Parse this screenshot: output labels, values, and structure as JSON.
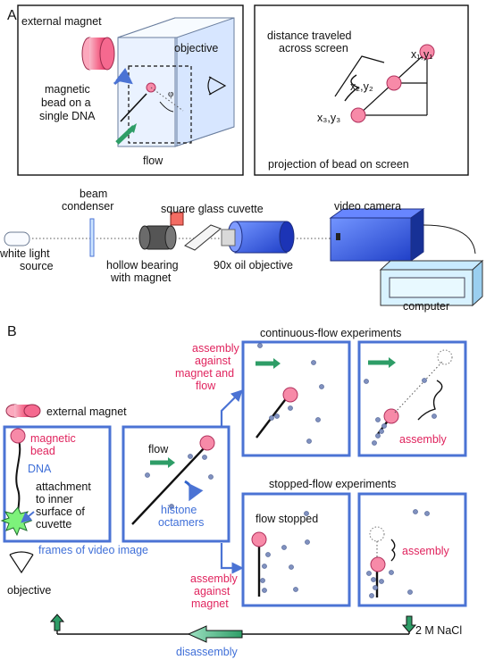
{
  "panel_a": {
    "letter": "A",
    "left_box": {
      "external_magnet": "external magnet",
      "objective": "objective",
      "magnetic_bead_line1": "magnetic",
      "magnetic_bead_line2": "bead on a",
      "magnetic_bead_line3": "single DNA",
      "flow": "flow",
      "phi": "φ"
    },
    "right_box": {
      "distance_line1": "distance traveled",
      "distance_line2": "across screen",
      "coord1": "x₁,y₁",
      "coord2": "x₂,y₂",
      "coord3": "x₃,y₃",
      "projection": "projection of bead on screen"
    },
    "setup": {
      "beam_condenser_line1": "beam",
      "beam_condenser_line2": "condenser",
      "square_cuvette": "square glass cuvette",
      "video_camera": "video camera",
      "white_light_line1": "white light",
      "white_light_line2": "source",
      "hollow_bearing_line1": "hollow bearing",
      "hollow_bearing_line2": "with magnet",
      "oil_objective": "90x oil objective",
      "computer": "computer"
    }
  },
  "panel_b": {
    "letter": "B",
    "external_magnet": "external magnet",
    "frame1": {
      "magnetic": "magnetic",
      "bead": "bead",
      "dna": "DNA",
      "attach1": "attachment",
      "attach2": "to inner",
      "attach3": "surface of",
      "attach4": "cuvette"
    },
    "frames_of_video": "frames of video image",
    "objective": "objective",
    "frame2": {
      "flow": "flow",
      "histone1": "histone",
      "histone2": "octamers"
    },
    "assembly_top_line1": "assembly",
    "assembly_top_line2": "against",
    "assembly_top_line3": "magnet and",
    "assembly_top_line4": "flow",
    "assembly_bottom_line1": "assembly",
    "assembly_bottom_line2": "against",
    "assembly_bottom_line3": "magnet",
    "continuous_title": "continuous-flow experiments",
    "stopped_title": "stopped-flow experiments",
    "assembly_label": "assembly",
    "flow_stopped": "flow stopped",
    "nacl": "2 M NaCl",
    "disassembly": "disassembly"
  }
}
